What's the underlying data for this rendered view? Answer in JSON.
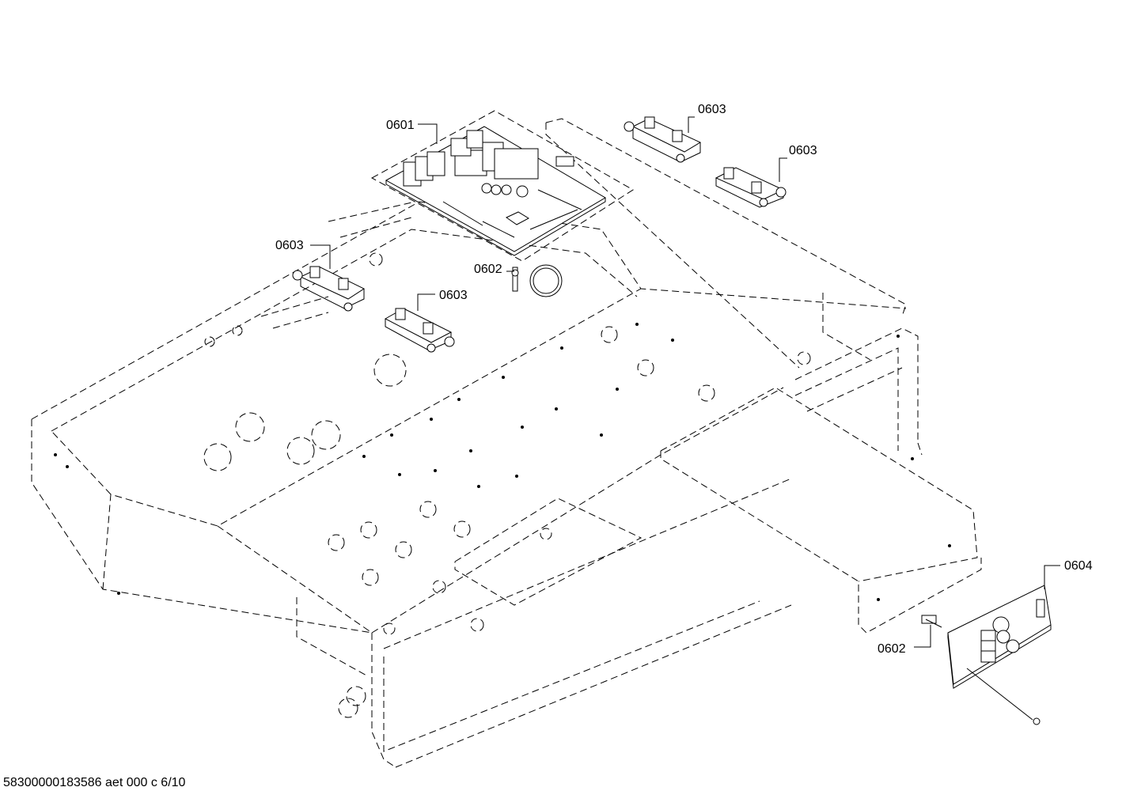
{
  "parts": [
    {
      "id": "p1",
      "label": "0601"
    },
    {
      "id": "p2",
      "label": "0603"
    },
    {
      "id": "p3",
      "label": "0603"
    },
    {
      "id": "p4",
      "label": "0603"
    },
    {
      "id": "p5",
      "label": "0602"
    },
    {
      "id": "p6",
      "label": "0603"
    },
    {
      "id": "p7",
      "label": "0604"
    },
    {
      "id": "p8",
      "label": "0602"
    }
  ],
  "footer": {
    "text": "58300000183586 aet 000 c 6/10"
  }
}
